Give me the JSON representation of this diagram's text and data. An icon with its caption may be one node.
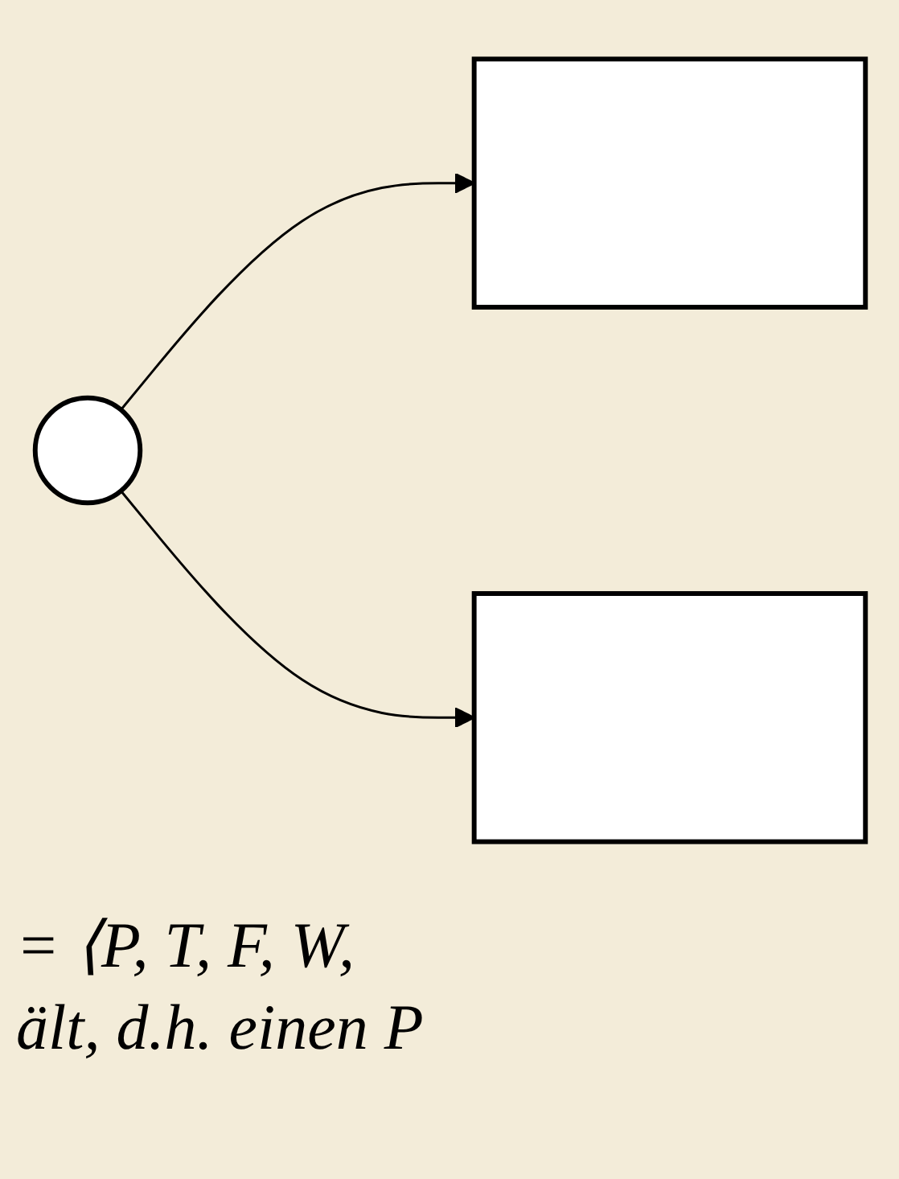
{
  "diagram": {
    "nodes": [
      {
        "text": [],
        "shape": "circle"
      },
      {
        "text": [],
        "shape": "box"
      },
      {
        "text": [],
        "shape": "box"
      }
    ],
    "edges": [
      {
        "from": 0,
        "to": 1,
        "arrow": "to"
      },
      {
        "from": 0,
        "to": 2,
        "arrow": "to"
      }
    ],
    "labels": [
      "= ⟨P, T, F, W,",
      "ält, d.h. einen P"
    ]
  }
}
